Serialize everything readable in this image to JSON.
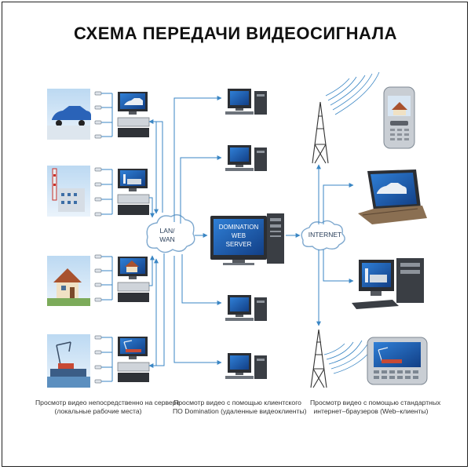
{
  "title": "СХЕМА ПЕРЕДАЧИ ВИДЕОСИГНАЛА",
  "lan_wan": {
    "line1": "LAN/",
    "line2": "WAN"
  },
  "server": {
    "line1": "DOMINATION",
    "line2": "WEB",
    "line3": "SERVER"
  },
  "internet": "INTERNET",
  "captions": {
    "left": {
      "line1": "Просмотр видео непосредственно на сервере",
      "line2": "(локальные рабочие места)"
    },
    "middle": {
      "line1": "Просмотр видео с помощью клиентского",
      "line2": "ПО Domination (удаленные видеоклиенты)"
    },
    "right": {
      "line1": "Просмотр видео с помощью стандартных",
      "line2": "интернет–браузеров (Web–клиенты)"
    }
  },
  "colors": {
    "line": "#3a86c4",
    "monitor_screen": "#1d5fb0",
    "monitor_body": "#8a8f96",
    "cloud_stroke": "#7fa9cf",
    "title": "#111111"
  },
  "scenes": [
    "car-scene",
    "factory-scene",
    "house-scene",
    "port-scene"
  ]
}
